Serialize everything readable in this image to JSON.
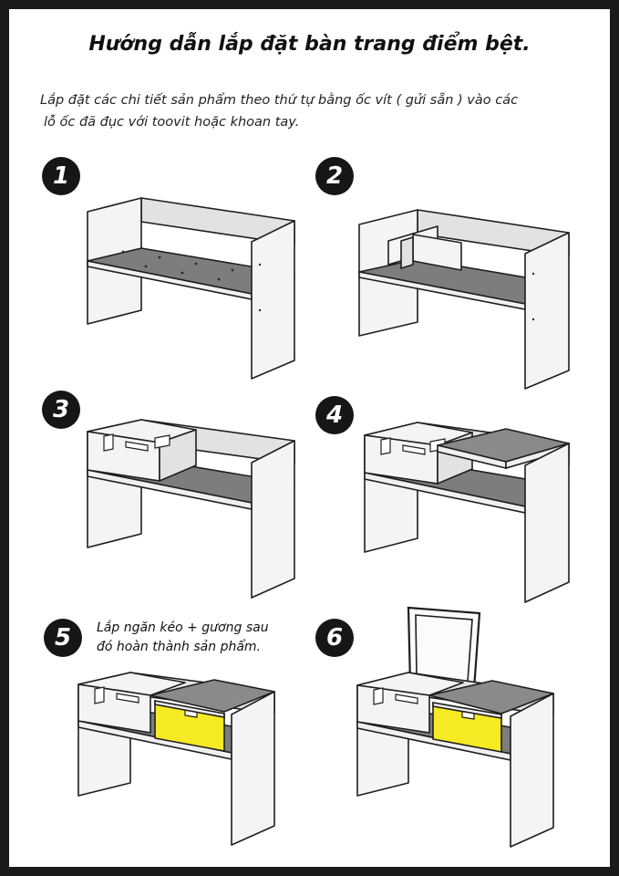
{
  "title": "Hướng dẫn lắp đặt bàn trang điểm bệt.",
  "intro": {
    "line1": "Lắp đặt các chi tiết sản phẩm theo thứ tự bằng ốc vít ( gửi sẵn ) vào các",
    "line2": "lỗ ốc đã đục với toovit hoặc khoan tay."
  },
  "steps": [
    {
      "number": "1"
    },
    {
      "number": "2"
    },
    {
      "number": "3"
    },
    {
      "number": "4"
    },
    {
      "number": "5",
      "note_line1": "Lắp ngăn kéo  + gương sau",
      "note_line2": "đó hoàn thành sản phẩm."
    },
    {
      "number": "6"
    }
  ],
  "colors": {
    "panel": "#f4f4f4",
    "panel_side": "#e6e6e6",
    "shelf": "#7d7d7d",
    "drawer": "#f5ea24",
    "outline": "#1e1e1e",
    "badge": "#161616"
  }
}
